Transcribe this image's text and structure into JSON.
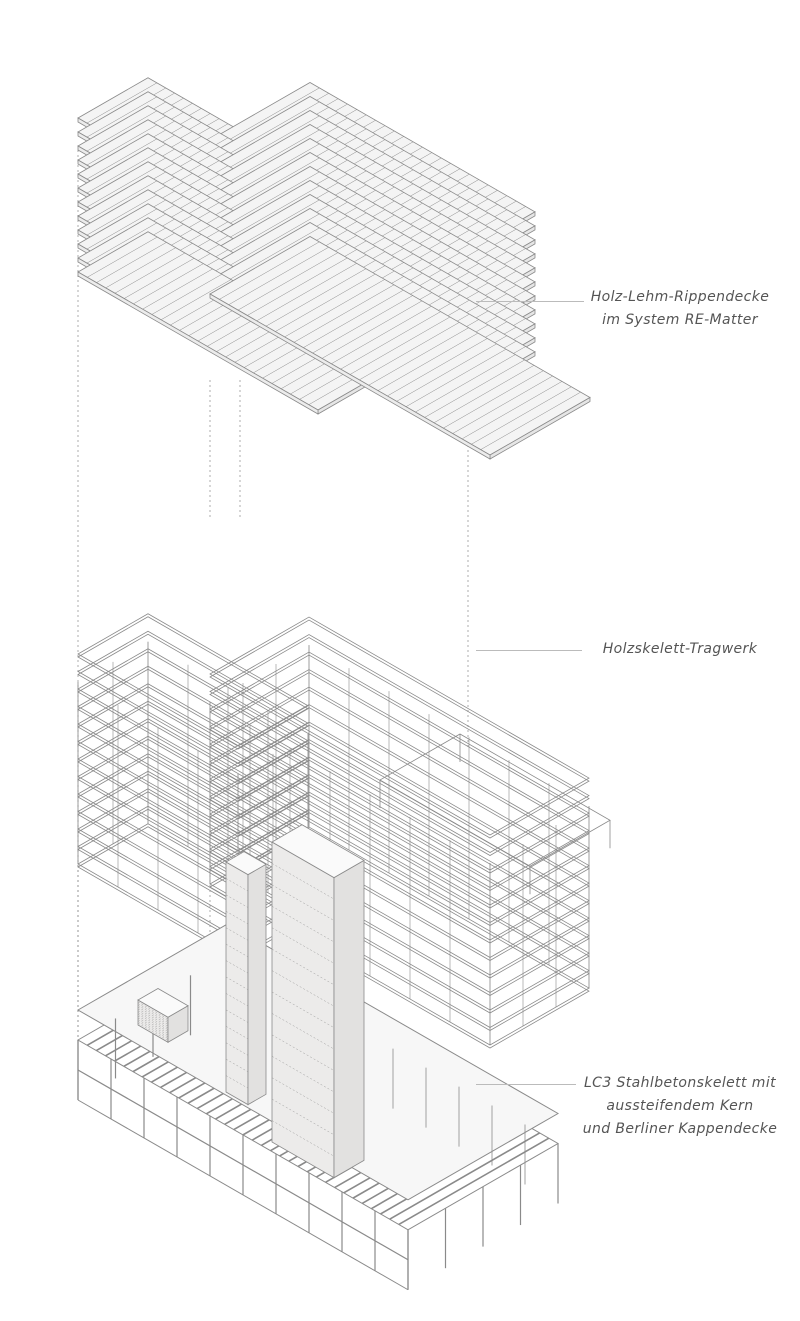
{
  "labels": {
    "slab": [
      "Holz-Lehm-Rippendecke",
      "im System RE-Matter"
    ],
    "frame": [
      "Holzskelett-Tragwerk"
    ],
    "base": [
      "LC3 Stahlbetonskelett mit",
      "aussteifendem Kern",
      "und Berliner Kappendecke"
    ]
  },
  "colors": {
    "line": "#8a8a8a",
    "leader": "#bbbbbb",
    "text": "#555555",
    "core_fill": "#ecebea",
    "slab_fill": "#f4f4f4"
  }
}
